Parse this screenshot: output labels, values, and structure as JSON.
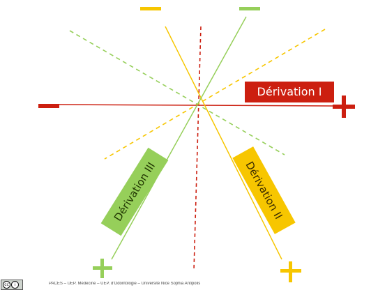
{
  "leads": {
    "d1": {
      "label": "Dérivation I",
      "color": "#cc1f10"
    },
    "d2": {
      "label": "Dérivation II",
      "color": "#f7c600"
    },
    "d3": {
      "label": "Dérivation III",
      "color": "#96cf5a"
    }
  },
  "axis_color": "#cc1f10",
  "footer": {
    "text": "PACES – UEP. Médecine – UEP. d'Odontologie – Université Nice Sophia Antipolis"
  },
  "license": {
    "icon": "creative-commons-icon"
  }
}
